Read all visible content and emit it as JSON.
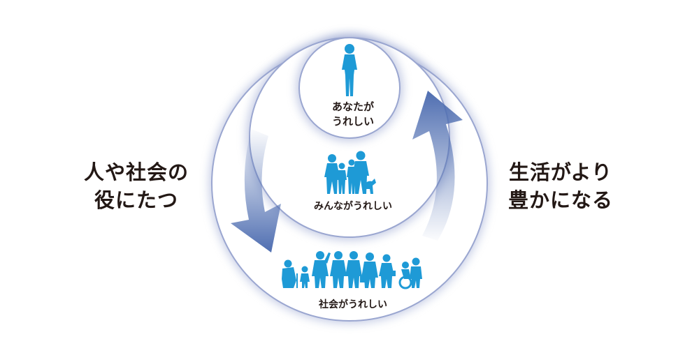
{
  "diagram": {
    "left_text": [
      "人や社会の",
      "役にたつ"
    ],
    "right_text": [
      "生活がより",
      "豊かになる"
    ],
    "inner_circle_text": [
      "あなたが",
      "うれしい"
    ],
    "middle_circle_text": "みんながうれしい",
    "outer_circle_text": "社会がうれしい",
    "accent_color": "#1e9ad6",
    "arrow_color": "#4f6eb1",
    "circle_glow_color": "#aab4d8",
    "text_color": "#231815"
  }
}
